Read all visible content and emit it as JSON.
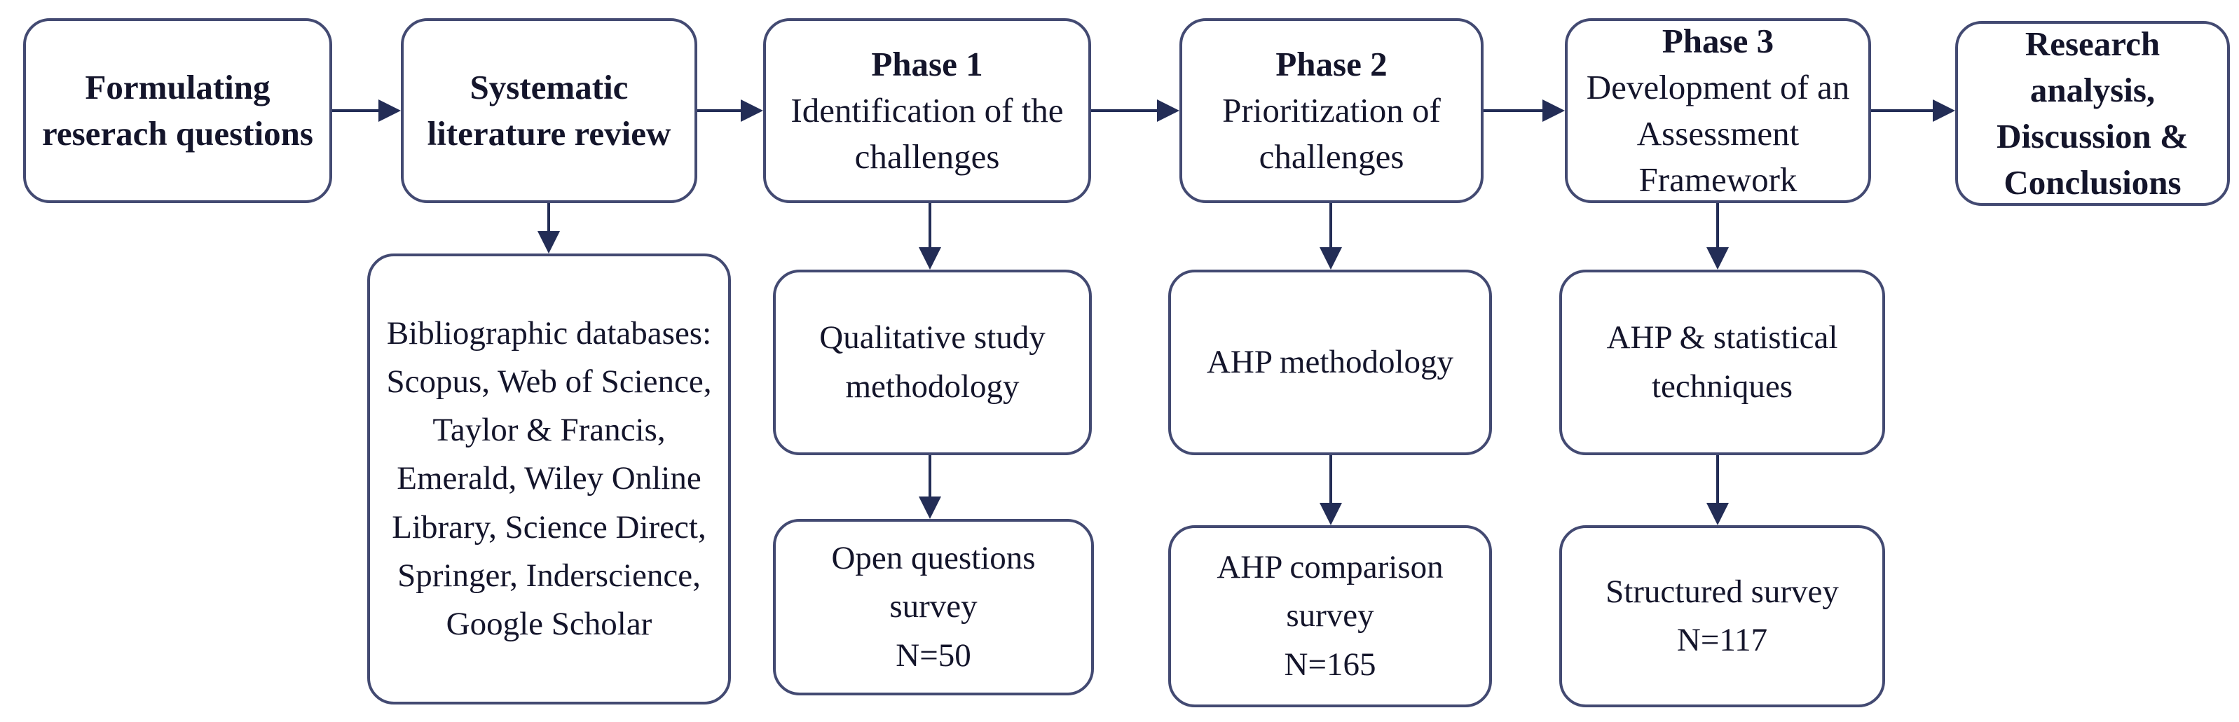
{
  "colors": {
    "box_border": "#434a72",
    "arrow": "#232d56",
    "text": "#14152b",
    "background": "#ffffff"
  },
  "steps": [
    {
      "label": "Formulating reserach questions",
      "emphasis": "bold"
    },
    {
      "label": "Systematic literature review",
      "emphasis": "bold"
    },
    {
      "phase": "Phase 1",
      "label": "Identification of the challenges"
    },
    {
      "phase": "Phase 2",
      "label": "Prioritization of challenges"
    },
    {
      "phase": "Phase 3",
      "label": "Development of an Assessment Framework"
    },
    {
      "label": "Research analysis, Discussion & Conclusions",
      "emphasis": "bold"
    }
  ],
  "details": {
    "bibliographic_databases": "Bibliographic databases: Scopus, Web of Science, Taylor & Francis, Emerald, Wiley Online Library, Science Direct, Springer, Inderscience, Google Scholar",
    "phase1": {
      "methodology": "Qualitative study methodology",
      "survey": "Open questions survey",
      "sample_size": "N=50"
    },
    "phase2": {
      "methodology": "AHP methodology",
      "survey": "AHP comparison survey",
      "sample_size": "N=165"
    },
    "phase3": {
      "methodology": "AHP & statistical techniques",
      "survey": "Structured survey",
      "sample_size": "N=117"
    }
  }
}
